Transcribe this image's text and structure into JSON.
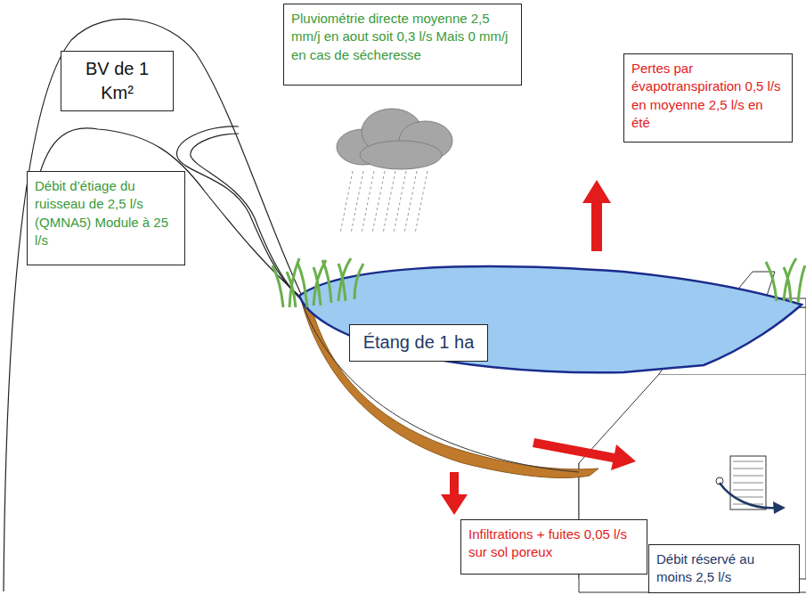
{
  "diagram": {
    "nodes": [
      {
        "text": [
          "BV de 1 Km²"
        ]
      },
      {
        "text": [
          "Pluviométrie directe moyenne 2,5 mm/j en aout soit 0,3 l/s Mais 0 mm/j en cas de sécheresse"
        ]
      },
      {
        "text": [
          "Débit d’étiage du ruisseau de 2,5 l/s (QMNA5) Module à 25 l/s"
        ]
      },
      {
        "text": [
          "Pertes par évapotranspiration 0,5 l/s en moyenne 2,5 l/s en été"
        ]
      },
      {
        "text": [
          "Étang de 1 ha"
        ]
      },
      {
        "text": [
          "Infiltrations + fuites 0,05 l/s sur sol poreux"
        ]
      },
      {
        "text": [
          "Débit réservé au moins 2,5 l/s"
        ]
      }
    ]
  }
}
